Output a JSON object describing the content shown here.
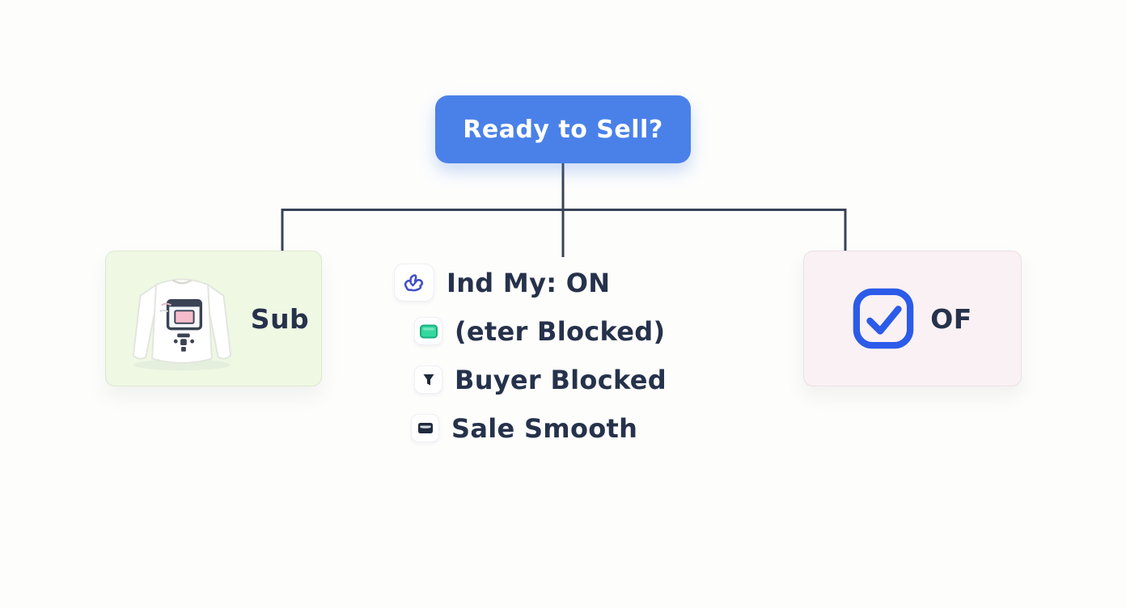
{
  "diagram": {
    "root": {
      "label": "Ready to Sell?"
    },
    "branches": {
      "left": {
        "label": "Sub",
        "icon": "shirt-image"
      },
      "middle": {
        "items": [
          {
            "icon": "sketch-check-icon",
            "label": "Ind My: ON"
          },
          {
            "icon": "green-card-icon",
            "label": "(eter Blocked)"
          },
          {
            "icon": "funnel-icon",
            "label": "Buyer Blocked"
          },
          {
            "icon": "wallet-icon",
            "label": "Sale Smooth"
          }
        ]
      },
      "right": {
        "label": "OF",
        "icon": "checkbox-checked-icon"
      }
    },
    "colors": {
      "accent_blue": "#4a81e9",
      "connector_line": "#374357",
      "text_dark": "#26324b",
      "card_green_bg": "#eef8e3",
      "card_pink_bg": "#faf1f4",
      "checkbox_blue": "#2b5be8",
      "icon_green": "#35d89f"
    }
  }
}
